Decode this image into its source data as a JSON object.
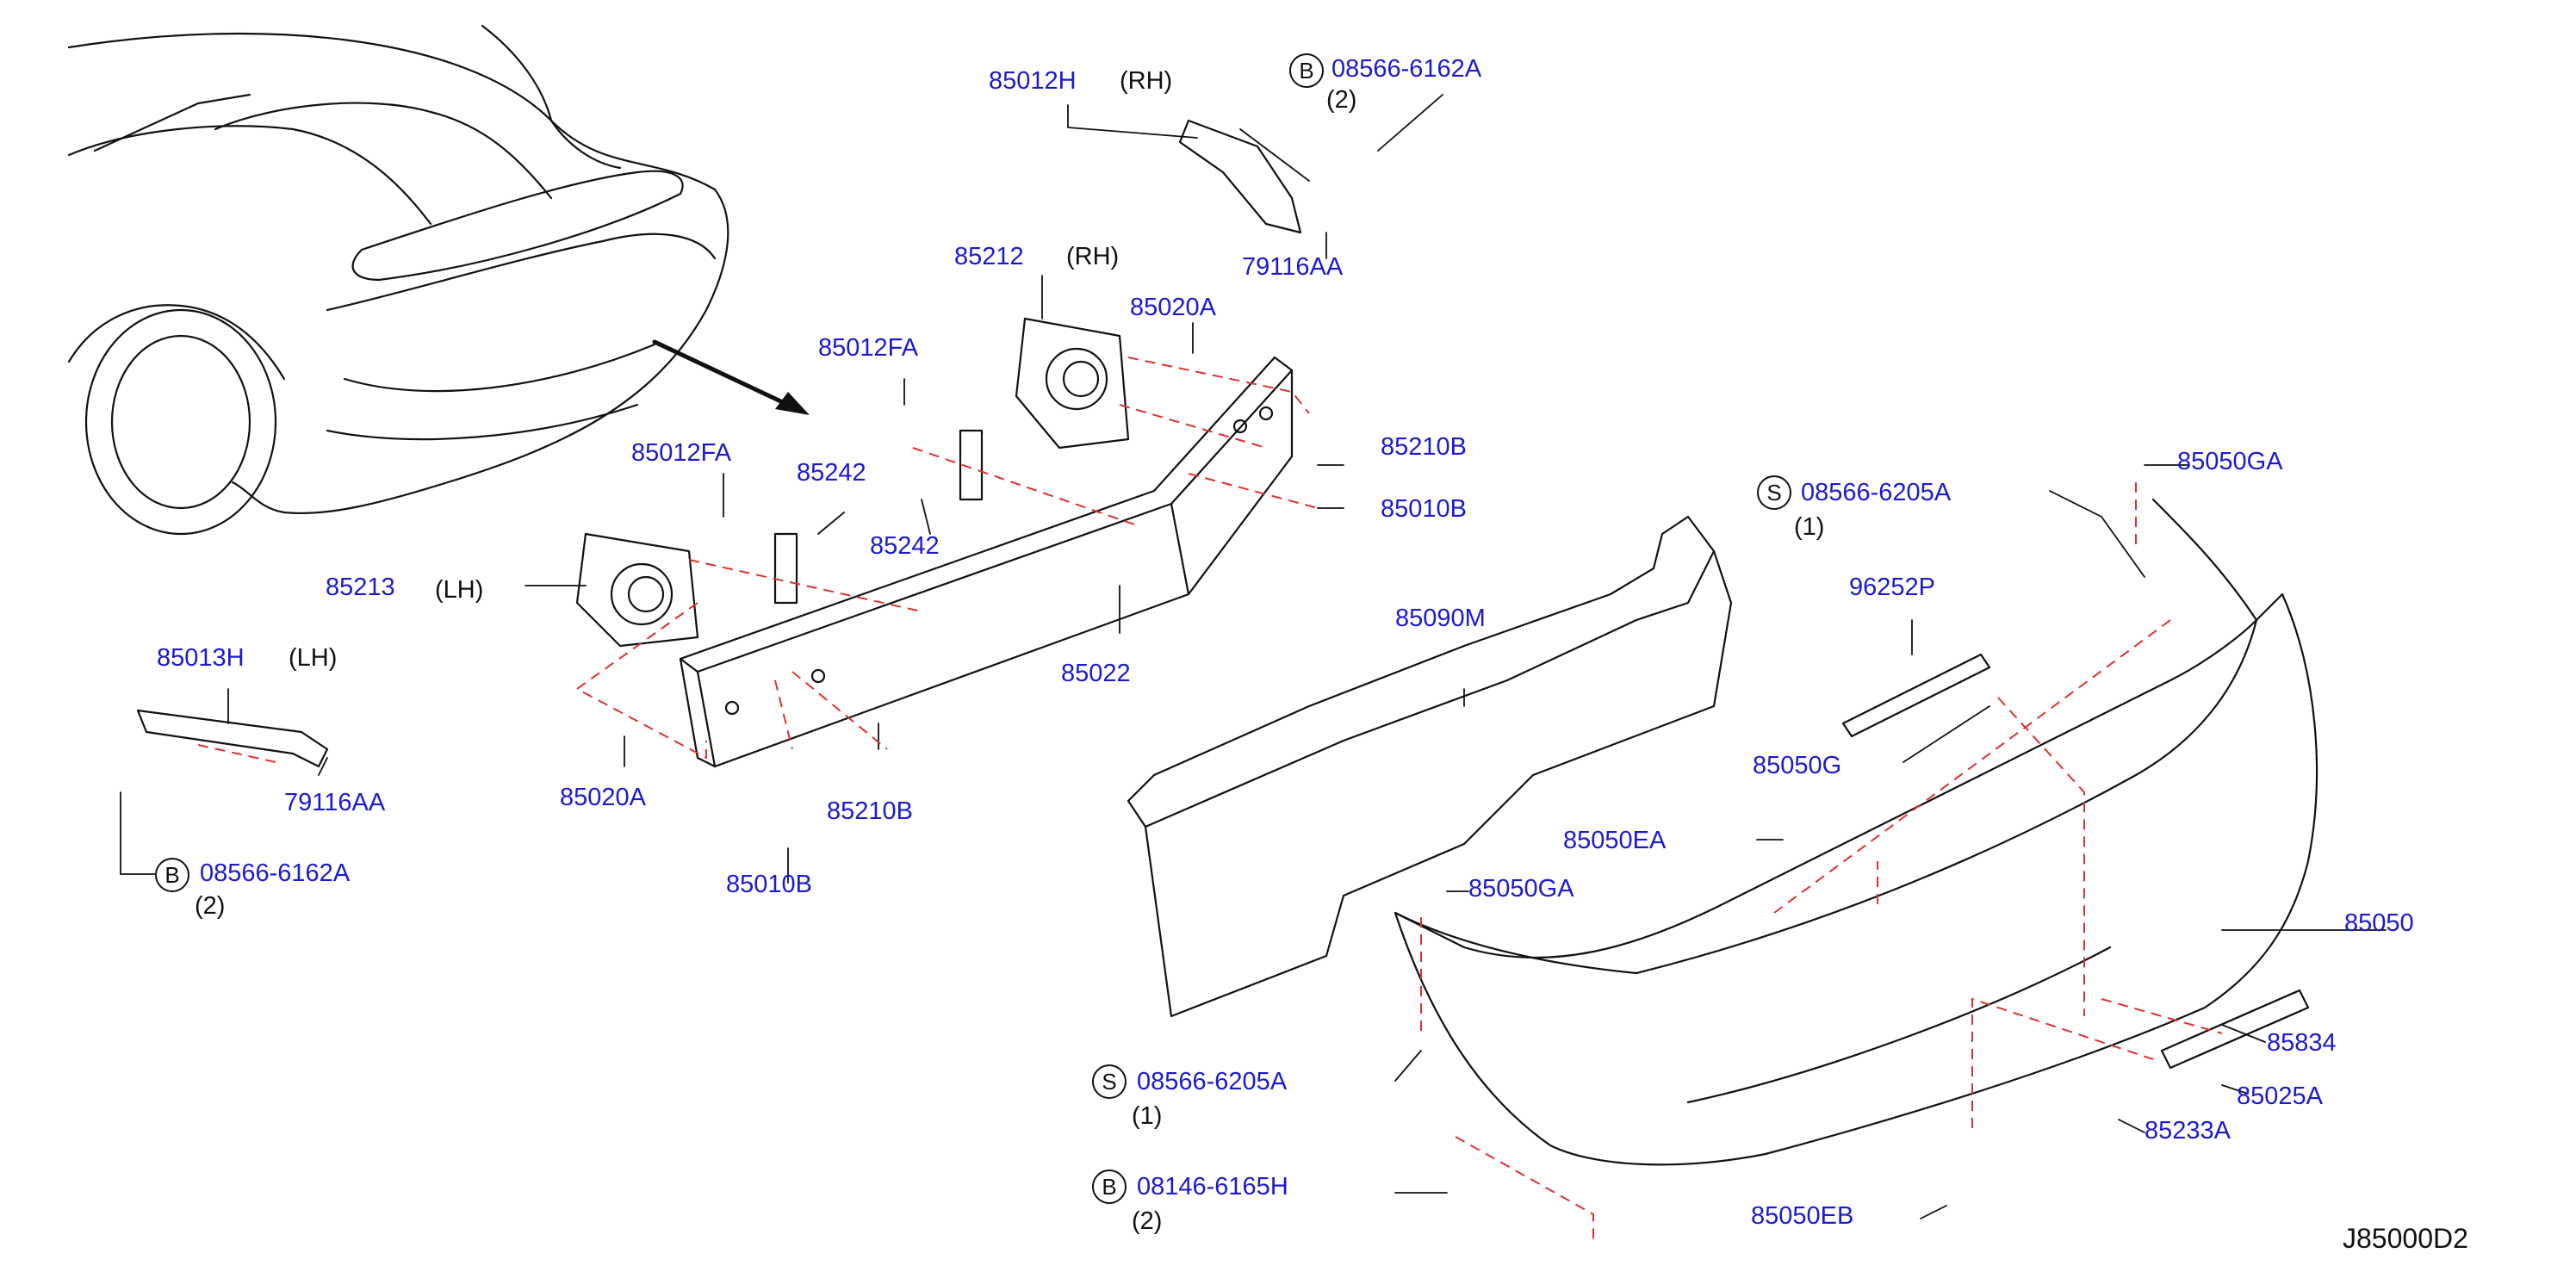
{
  "parts": {
    "p85012H": "85012H",
    "p85012H_side": "(RH)",
    "pB_top_code": "08566-6162A",
    "pB_top_qty": "(2)",
    "p79116AA_top": "79116AA",
    "p85212": "85212",
    "p85212_side": "(RH)",
    "p85020A_top": "85020A",
    "p85012FA_top": "85012FA",
    "p85210B_right": "85210B",
    "p85010B_right": "85010B",
    "p85012FA_mid": "85012FA",
    "p85242_top": "85242",
    "p85242_bot": "85242",
    "p85213": "85213",
    "p85213_side": "(LH)",
    "p85022": "85022",
    "p85013H": "85013H",
    "p85013H_side": "(LH)",
    "p79116AA_left": "79116AA",
    "p85020A_bot": "85020A",
    "p85210B_bot": "85210B",
    "p85010B_bot": "85010B",
    "pB_left_code": "08566-6162A",
    "pB_left_qty": "(2)",
    "p85050GA_top": "85050GA",
    "pS_top_code": "08566-6205A",
    "pS_top_qty": "(1)",
    "p96252P": "96252P",
    "p85090M": "85090M",
    "p85050G": "85050G",
    "p85050EA": "85050EA",
    "p85050GA_mid": "85050GA",
    "p85050": "85050",
    "p85834": "85834",
    "p85025A": "85025A",
    "p85233A": "85233A",
    "pS_bot_code": "08566-6205A",
    "pS_bot_qty": "(1)",
    "pB_bot_code": "08146-6165H",
    "pB_bot_qty": "(2)",
    "p85050EB": "85050EB"
  },
  "symbols": {
    "B": "B",
    "S": "S"
  },
  "diagram_code": "J85000D2",
  "colors": {
    "part_label": "#1a1ad2",
    "line": "#111111",
    "dashed": "#e03030"
  }
}
